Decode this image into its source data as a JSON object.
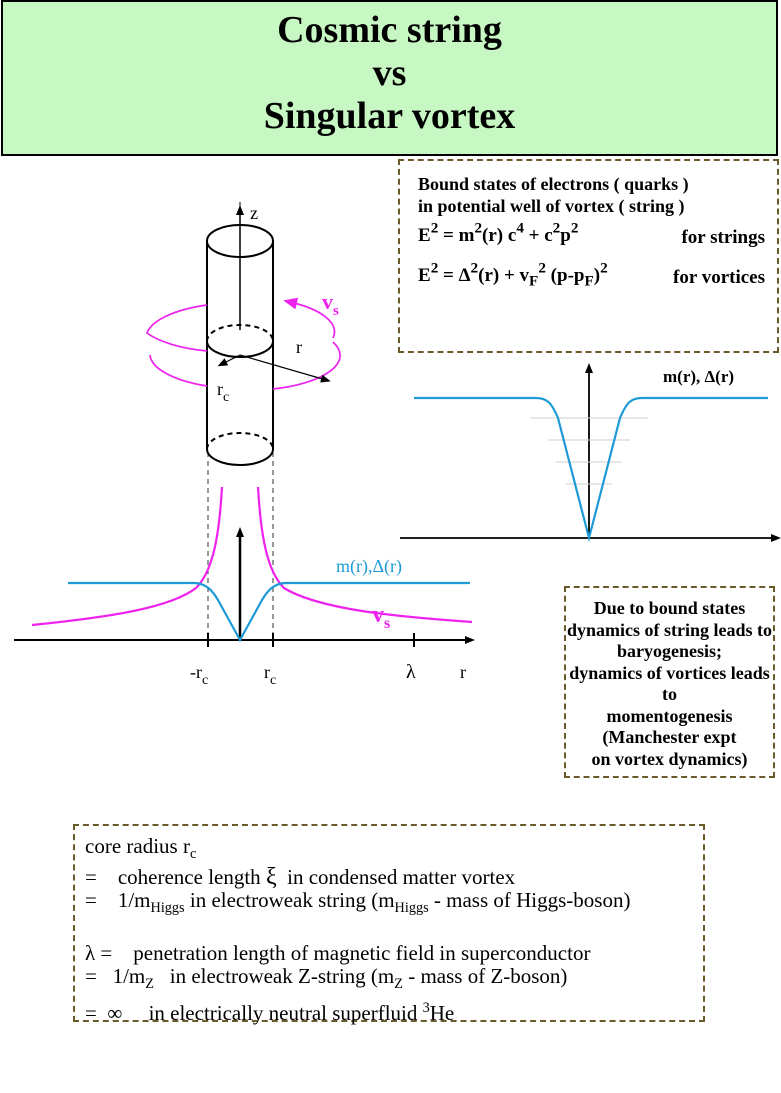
{
  "title": {
    "line1": "Cosmic string",
    "line2": "vs",
    "line3": "Singular vortex"
  },
  "equations_box": {
    "line1": "Bound states of electrons ( quarks )",
    "line2": "in potential well of vortex  ( string )",
    "eq1_suffix": "for strings",
    "eq2_suffix": "for vortices"
  },
  "diagram_labels": {
    "z_axis": "z",
    "vs_top": "v",
    "vs_top_sub": "s",
    "r_label": "r",
    "rc_label": "r",
    "rc_sub": "c",
    "m_delta_main": "m(r),Δ(r)",
    "vs_bottom": "v",
    "vs_bottom_sub": "s",
    "neg_rc": "-r",
    "neg_rc_sub": "c",
    "pos_rc": "r",
    "pos_rc_sub": "c",
    "lambda": "λ",
    "r_axis": "r",
    "m_delta_right": "m(r), Δ(r)"
  },
  "dynamics_box": {
    "lines": [
      "Due to bound states",
      "dynamics of string leads to",
      "baryogenesis;",
      "dynamics of vortices leads to",
      "momentogenesis",
      "(Manchester expt",
      "on vortex dynamics)"
    ]
  },
  "definitions_box": {
    "core_radius": "core radius r",
    "core_radius_sub": "c",
    "row1_pre": "=    coherence length ",
    "row1_sym": "ξ",
    "row1_post": "  in condensed matter vortex",
    "row2_pre": "=    1/m",
    "row2_sub": "Higgs",
    "row2_mid": " in electroweak string (m",
    "row2_sub2": "Higgs",
    "row2_post": " - mass of Higgs-boson)",
    "row3_pre": "λ =    penetration length of magnetic field in superconductor",
    "row4_pre": "=   1/m",
    "row4_sub": "Z",
    "row4_mid": "   in electroweak Z-string (m",
    "row4_sub2": "Z",
    "row4_post": " - mass of Z-boson)",
    "row5_pre": "=  ∞     in electrically neutral superfluid ",
    "row5_sup": "3",
    "row5_post": "He"
  },
  "colors": {
    "title_bg": "#c7f7c2",
    "magenta": "#ee22ee",
    "blue": "#1e9ad6",
    "border": "#6b5a2a"
  }
}
